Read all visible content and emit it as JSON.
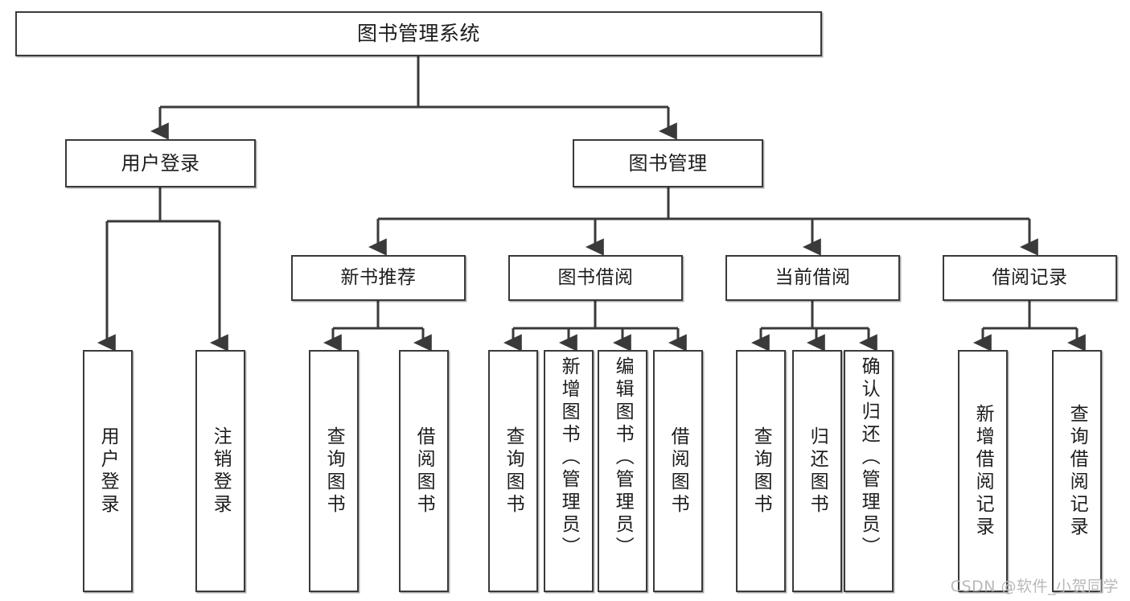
{
  "diagram": {
    "type": "tree",
    "title": "图书管理系统",
    "watermark": "CSDN @软件_小贺同学",
    "colors": {
      "node_border": "#3a3a3a",
      "node_fill": "#ffffff",
      "edge": "#3a3a3a",
      "text": "#1d1d1d",
      "watermark": "#b9b9b9",
      "background": "#ffffff"
    },
    "nodes": {
      "root": {
        "label": "图书管理系统"
      },
      "level2": [
        {
          "id": "user-login",
          "label": "用户登录"
        },
        {
          "id": "book-manage",
          "label": "图书管理"
        }
      ],
      "level3": [
        {
          "id": "new-book-recommend",
          "label": "新书推荐"
        },
        {
          "id": "book-borrow",
          "label": "图书借阅"
        },
        {
          "id": "current-borrow",
          "label": "当前借阅"
        },
        {
          "id": "borrow-record",
          "label": "借阅记录"
        }
      ],
      "leaves": {
        "user-login": [
          {
            "id": "leaf-user-login",
            "label": "用户登录"
          },
          {
            "id": "leaf-logout-login",
            "label": "注销登录"
          }
        ],
        "new-book-recommend": [
          {
            "id": "leaf-query-book-1",
            "label": "查询图书"
          },
          {
            "id": "leaf-borrow-book-1",
            "label": "借阅图书"
          }
        ],
        "book-borrow": [
          {
            "id": "leaf-query-book-2",
            "label": "查询图书"
          },
          {
            "id": "leaf-add-book",
            "label": "新增图书（管理员）"
          },
          {
            "id": "leaf-edit-book",
            "label": "编辑图书（管理员）"
          },
          {
            "id": "leaf-borrow-book-2",
            "label": "借阅图书"
          }
        ],
        "current-borrow": [
          {
            "id": "leaf-query-book-3",
            "label": "查询图书"
          },
          {
            "id": "leaf-return-book",
            "label": "归还图书"
          },
          {
            "id": "leaf-confirm-return",
            "label": "确认归还（管理员）"
          }
        ],
        "borrow-record": [
          {
            "id": "leaf-add-record",
            "label": "新增借阅记录"
          },
          {
            "id": "leaf-query-record",
            "label": "查询借阅记录"
          }
        ]
      }
    }
  }
}
